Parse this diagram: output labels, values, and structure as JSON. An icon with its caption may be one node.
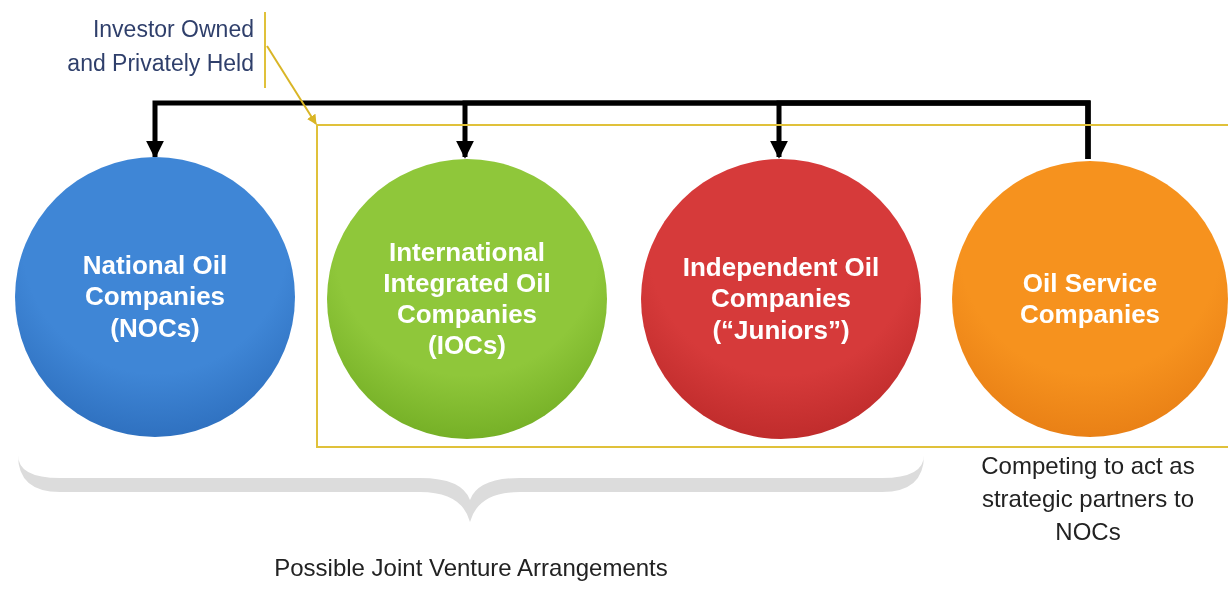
{
  "diagram": {
    "nodes": [
      {
        "text": [
          "Investor Owned and Privately Held"
        ]
      },
      {
        "text": [
          "National Oil Companies (NOCs)"
        ]
      },
      {
        "text": [],
        "shape": "box"
      },
      {
        "text": [
          "International Integrated Oil Companies (IOCs)"
        ],
        "in": 2
      },
      {
        "text": [
          "Independent Oil Companies (“Juniors”)"
        ],
        "in": 2
      },
      {
        "text": [
          "Oil Service Companies"
        ],
        "in": 2,
        "beside": [
          "Competing to act as strategic partners to NOCs"
        ]
      },
      {
        "text": [
          "Possible Joint Venture Arrangements"
        ]
      }
    ],
    "edges": [
      {
        "from": 5,
        "to": 1,
        "arrow": "to"
      },
      {
        "from": 5,
        "to": 3,
        "arrow": "to"
      },
      {
        "from": 5,
        "to": 4,
        "arrow": "to"
      },
      {
        "from": 0,
        "to": 2,
        "arrow": "to",
        "color": "#d9b526"
      }
    ]
  }
}
